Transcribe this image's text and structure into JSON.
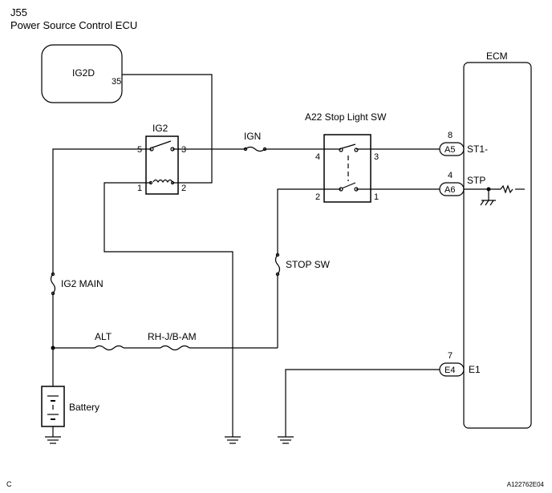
{
  "header": {
    "code": "J55",
    "title": "Power Source Control ECU"
  },
  "ecu": {
    "terminal": "IG2D",
    "pin": "35"
  },
  "relay": {
    "name": "IG2",
    "pins": [
      "5",
      "3",
      "1",
      "2"
    ]
  },
  "fuses": {
    "ign": "IGN",
    "ig2_main": "IG2 MAIN",
    "stop_sw": "STOP SW",
    "alt": "ALT",
    "rh_jb_am": "RH-J/B-AM"
  },
  "stop_light_switch": {
    "name": "A22 Stop Light SW",
    "pins": [
      "4",
      "3",
      "2",
      "1"
    ]
  },
  "ecm": {
    "title": "ECM",
    "terminals": [
      {
        "pin": "8",
        "connector": "A5",
        "name": "ST1-"
      },
      {
        "pin": "4",
        "connector": "A6",
        "name": "STP"
      },
      {
        "pin": "7",
        "connector": "E4",
        "name": "E1"
      }
    ]
  },
  "battery": "Battery",
  "footer": {
    "left": "C",
    "right": "A122762E04"
  }
}
